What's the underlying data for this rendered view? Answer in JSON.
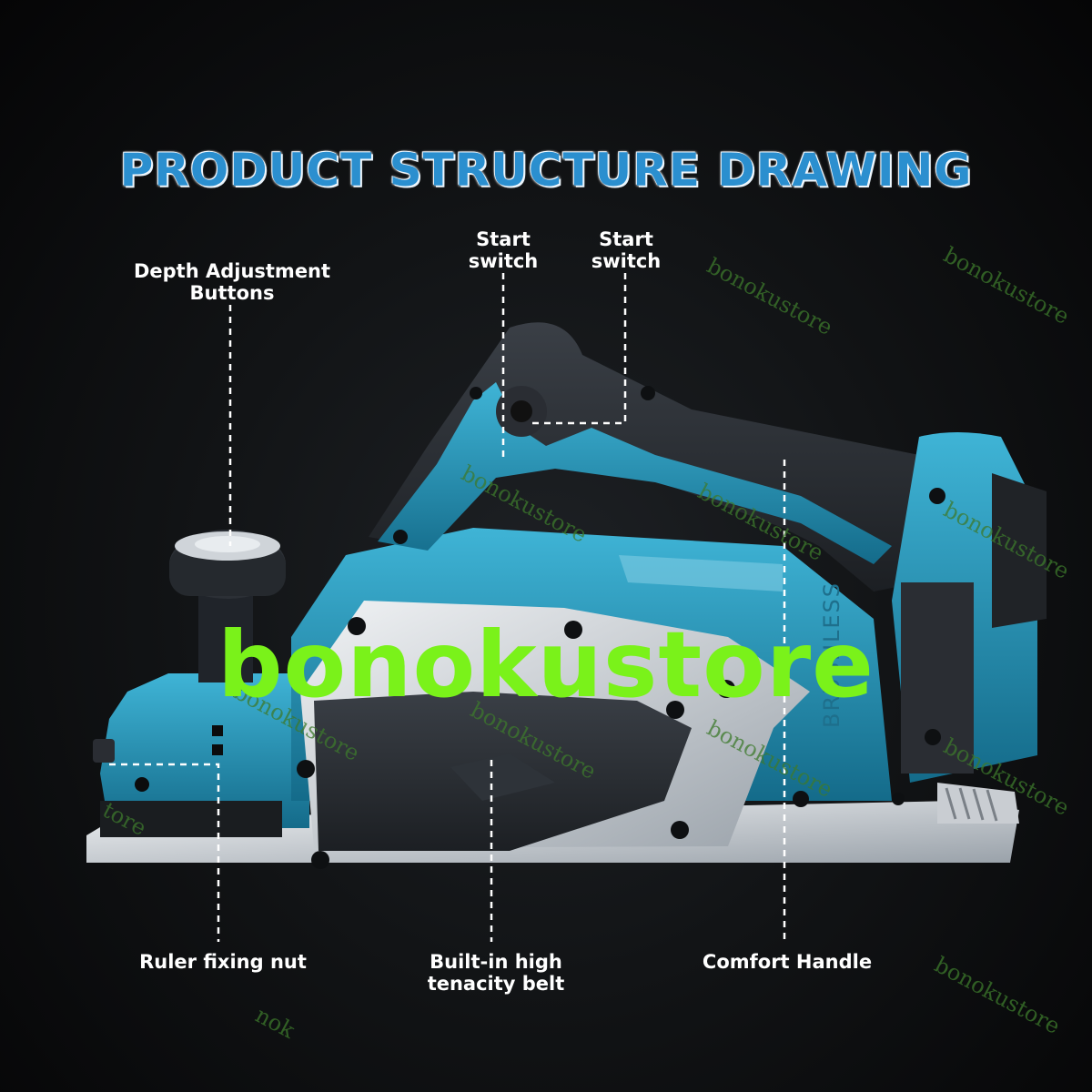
{
  "heading": "PRODUCT STRUCTURE DRAWING",
  "callouts": {
    "depth_adjustment_line1": "Depth Adjustment",
    "depth_adjustment_line2": "Buttons",
    "start_switch_a_line1": "Start",
    "start_switch_a_line2": "switch",
    "start_switch_b_line1": "Start",
    "start_switch_b_line2": "switch",
    "ruler_fixing_nut": "Ruler fixing nut",
    "belt_line1": "Built-in high",
    "belt_line2": "tenacity belt",
    "comfort_handle": "Comfort Handle"
  },
  "product_marking": "BRUSHLESS",
  "watermark": {
    "main": "bonokustore",
    "small": "bonokustore",
    "fragment_store": "tore",
    "fragment_nok": "nok"
  },
  "colors": {
    "title_blue": "#2b8fcf",
    "body_teal": "#1d8fb3",
    "grip_dark": "#2a2d33",
    "watermark_green": "#7af21a"
  }
}
